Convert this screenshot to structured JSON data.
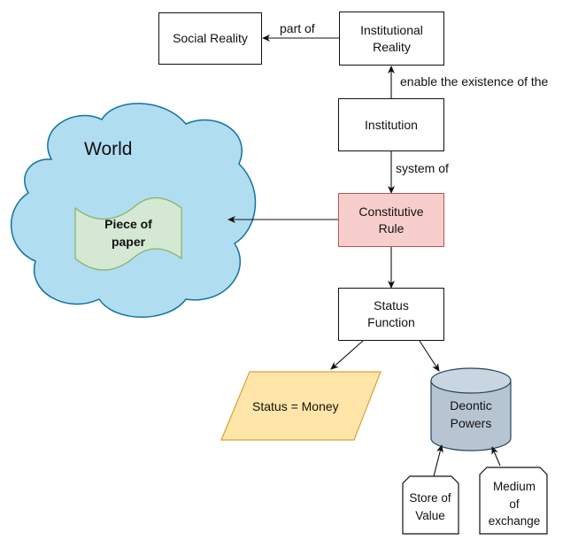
{
  "nodes": {
    "social_reality": "Social Reality",
    "institutional_reality": "Institutional\nReality",
    "institution": "Institution",
    "constitutive_rule": "Constitutive\nRule",
    "status_function": "Status\nFunction",
    "status_money": "Status = Money",
    "deontic_powers": "Deontic\nPowers",
    "store_of_value": "Store of\nValue",
    "medium_of_exchange": "Medium\nof\nexchange",
    "world": "World",
    "piece_of_paper": "Piece of\npaper"
  },
  "edges": {
    "part_of": "part of",
    "enable_existence": "enable the existence of the",
    "system_of": "system of"
  },
  "colors": {
    "stroke": "#111111",
    "cloud_fill": "#b1ddf0",
    "cloud_stroke": "#10739e",
    "rule_fill": "#f8cecc",
    "rule_stroke": "#b85450",
    "money_fill": "#ffe6a8",
    "money_stroke": "#d6a23a",
    "cylinder_fill": "#b7c5d3",
    "cylinder_stroke": "#23445d",
    "paper_fill": "#d5e8d4",
    "paper_stroke": "#82b366"
  }
}
